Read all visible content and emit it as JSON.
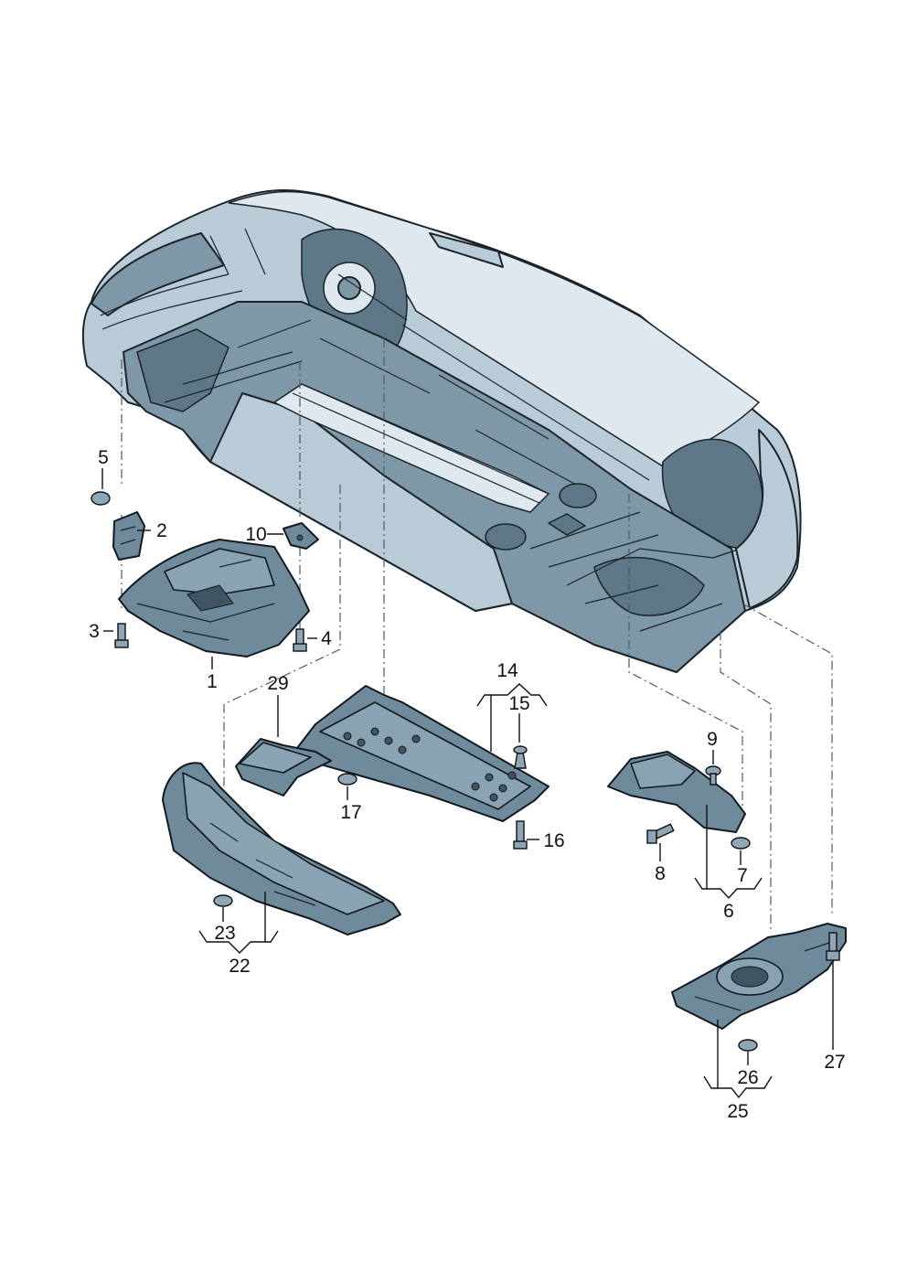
{
  "callouts": {
    "c1": "1",
    "c2": "2",
    "c3": "3",
    "c4": "4",
    "c5": "5",
    "c6": "6",
    "c7": "7",
    "c8": "8",
    "c9": "9",
    "c10": "10",
    "c14": "14",
    "c15": "15",
    "c16": "16",
    "c17": "17",
    "c22": "22",
    "c23": "23",
    "c25": "25",
    "c26": "26",
    "c27": "27",
    "c29": "29"
  },
  "colors": {
    "body": "#b9cbd7",
    "body_shadow": "#7f98a8",
    "parts": "#6f8a9b",
    "line": "#1c242b"
  }
}
